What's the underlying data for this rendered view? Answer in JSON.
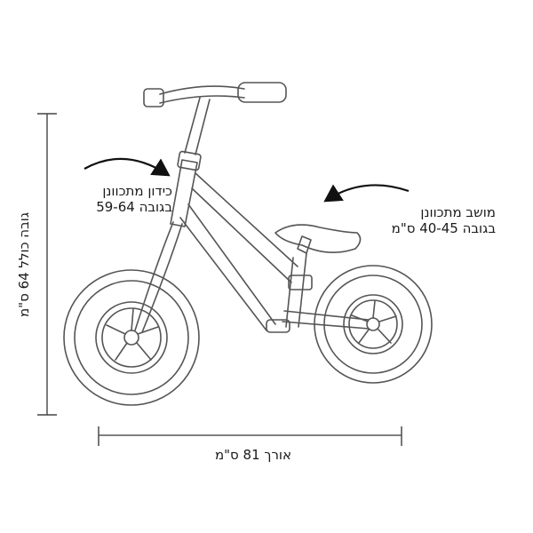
{
  "labels": {
    "handlebar_line1": "כידון מתכוונן",
    "handlebar_line2": "בגובה 59-64",
    "seat_line1": "מושב מתכוונן",
    "seat_line2": "בגובה 40-45 ס\"מ",
    "total_height": "גובה כולל 64 ס\"מ",
    "length": "אורך 81 ס\"מ"
  },
  "colors": {
    "line": "#555555",
    "text": "#1a1a1a"
  }
}
